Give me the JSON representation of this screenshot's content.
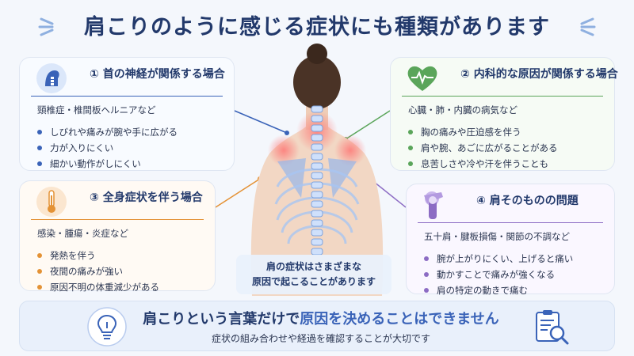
{
  "title": {
    "part1": "肩こりのように感じる症状にも種類があります"
  },
  "colors": {
    "navy": "#22396b",
    "blue": "#3a63b8",
    "green": "#5aa55a",
    "orange": "#e49235",
    "purple": "#8c6cc4"
  },
  "cards": [
    {
      "icon": "neck-spine-icon",
      "heading": "① 首の神経が関係する場合",
      "sub": "頸椎症・椎間板ヘルニアなど",
      "items": [
        "しびれや痛みが腕や手に広がる",
        "力が入りにくい",
        "細かい動作がしにくい"
      ]
    },
    {
      "icon": "heart-pulse-icon",
      "heading": "② 内科的な原因が関係する場合",
      "sub": "心臓・肺・内臓の病気など",
      "items": [
        "胸の痛みや圧迫感を伴う",
        "肩や腕、あごに広がることがある",
        "息苦しさや冷や汗を伴うことも"
      ]
    },
    {
      "icon": "thermometer-icon",
      "heading": "③ 全身症状を伴う場合",
      "sub": "感染・腫瘍・炎症など",
      "items": [
        "発熱を伴う",
        "夜間の痛みが強い",
        "原因不明の体重減少がある"
      ]
    },
    {
      "icon": "shoulder-joint-icon",
      "heading": "④ 肩そのものの問題",
      "sub": "五十肩・腱板損傷・関節の不調など",
      "items": [
        "腕が上がりにくい、上げると痛い",
        "動かすことで痛みが強くなる",
        "肩の特定の動きで痛む"
      ]
    }
  ],
  "center_caption": {
    "line1": "肩の症状はさまざまな",
    "line2": "原因で起こることがあります"
  },
  "bottom": {
    "main_a": "肩こりという言葉だけで",
    "main_b": "原因を決めることはできません",
    "sub": "症状の組み合わせや経過を確認することが大切です",
    "left_icon": "lightbulb-icon",
    "right_icon": "clipboard-search-icon"
  }
}
